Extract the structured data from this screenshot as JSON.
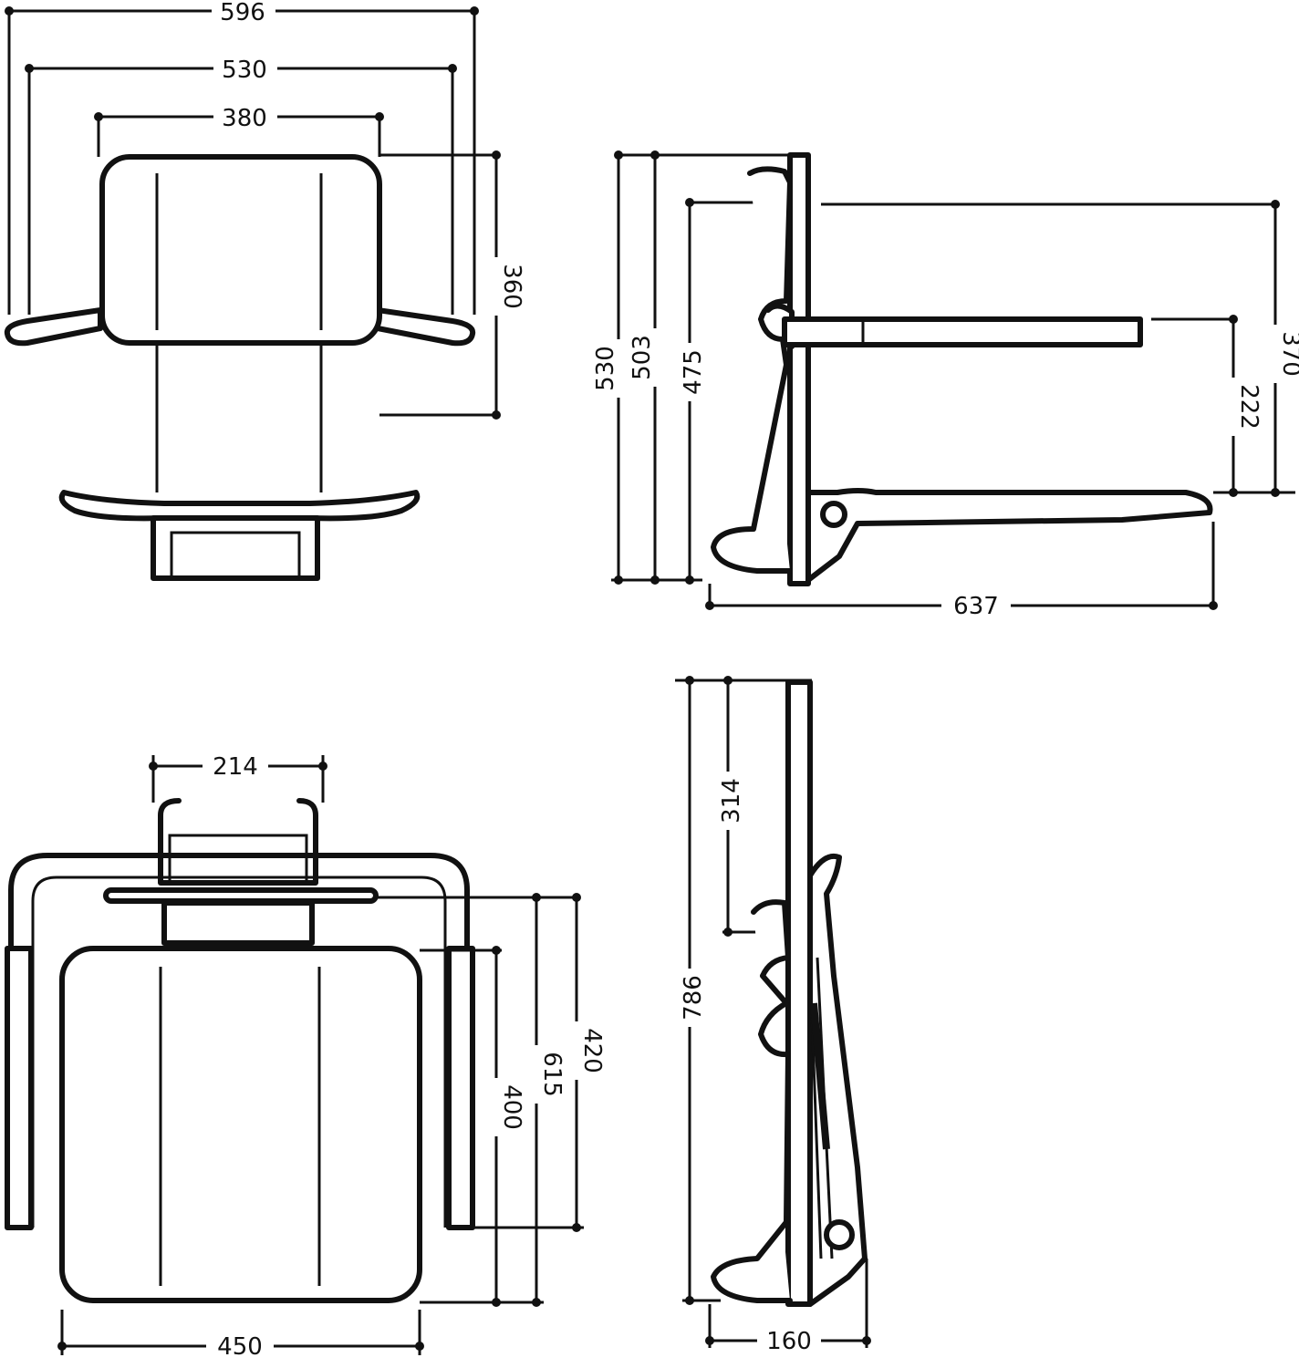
{
  "diagram": {
    "title": "",
    "views": [
      {
        "name": "front-view",
        "dimensions": [
          "596",
          "530",
          "380",
          "360"
        ]
      },
      {
        "name": "side-view",
        "dimensions": [
          "530",
          "503",
          "475",
          "370",
          "222",
          "637"
        ]
      },
      {
        "name": "top-view",
        "dimensions": [
          "214",
          "450",
          "400",
          "615",
          "420"
        ]
      },
      {
        "name": "folded-side-view",
        "dimensions": [
          "786",
          "314",
          "160"
        ]
      }
    ]
  },
  "dim": {
    "front_width_596": "596",
    "front_width_530": "530",
    "front_width_380": "380",
    "front_height_360": "360",
    "side_height_530": "530",
    "side_height_503": "503",
    "side_height_475": "475",
    "side_height_370": "370",
    "side_height_222": "222",
    "side_depth_637": "637",
    "top_width_214": "214",
    "top_width_450": "450",
    "top_depth_400": "400",
    "top_depth_615": "615",
    "top_depth_420": "420",
    "fold_height_786": "786",
    "fold_height_314": "314",
    "fold_depth_160": "160"
  }
}
